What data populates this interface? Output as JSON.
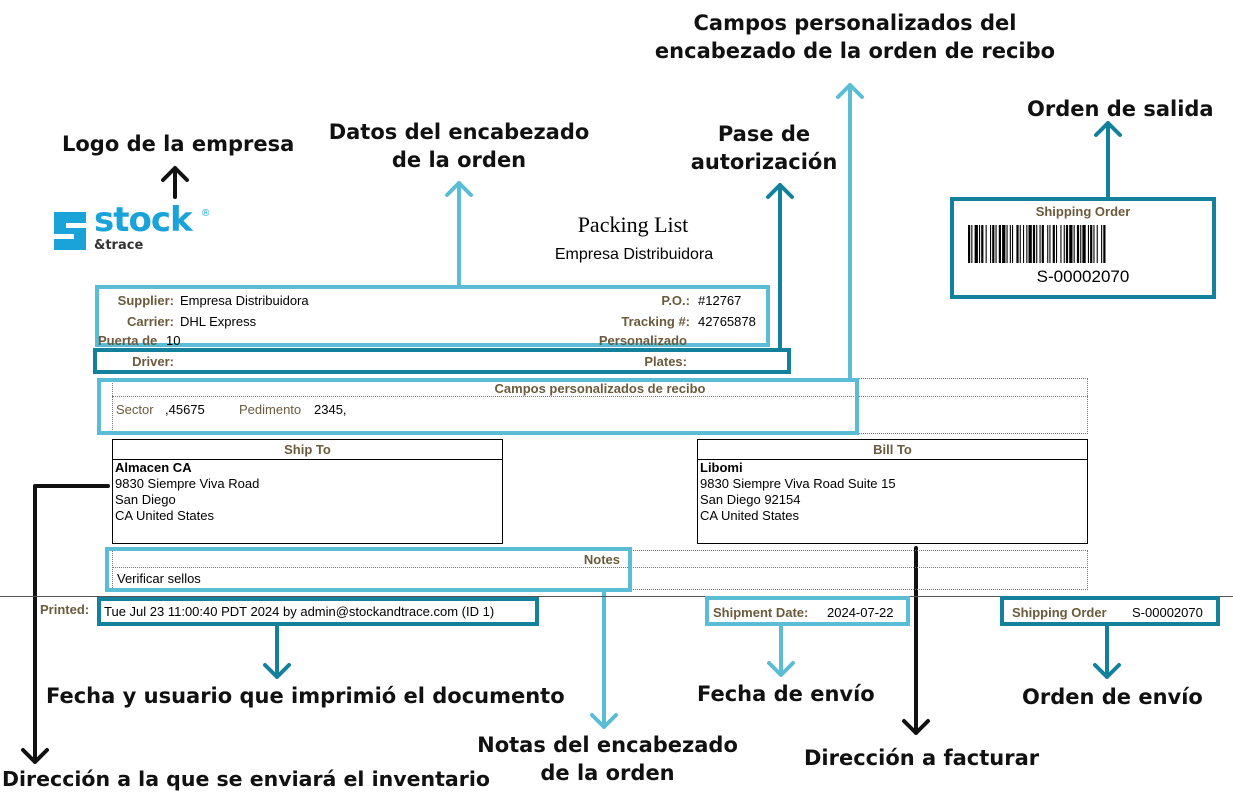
{
  "annotations": {
    "logo": "Logo de la empresa",
    "header_data_1": "Datos del encabezado",
    "header_data_2": "de la orden",
    "pass_1": "Pase de",
    "pass_2": "autorización",
    "custom_fields_1": "Campos personalizados del",
    "custom_fields_2": "encabezado de  la orden de recibo",
    "exit_order": "Orden de salida",
    "printed_by": "Fecha y usuario que imprimió el documento",
    "notes_1": "Notas del encabezado",
    "notes_2": "de la orden",
    "ship_date": "Fecha de envío",
    "ship_order": "Orden de envío",
    "bill_address": "Dirección a facturar",
    "ship_address": "Dirección a la que se enviará el inventario"
  },
  "logo": {
    "word": "stock",
    "sub": "&trace",
    "mark": "®"
  },
  "document": {
    "title": "Packing List",
    "company": "Empresa Distribuidora"
  },
  "barcode": {
    "label": "Shipping Order",
    "number": "S-00002070"
  },
  "header": {
    "supplier_label": "Supplier:",
    "supplier": "Empresa Distribuidora",
    "carrier_label": "Carrier:",
    "carrier": "DHL Express",
    "door_label": "Puerta de",
    "door": "10",
    "po_label": "P.O.:",
    "po": "#12767",
    "tracking_label": "Tracking #:",
    "tracking": "42765878",
    "custom_label": "Personalizado",
    "driver_label": "Driver:",
    "plates_label": "Plates:"
  },
  "receipt_fields": {
    "title": "Campos personalizados de recibo",
    "sector_label": "Sector",
    "sector": ",45675",
    "pedimento_label": "Pedimento",
    "pedimento": "2345,"
  },
  "ship_to": {
    "title": "Ship To",
    "name": "Almacen CA",
    "line1": "9830 Siempre Viva Road",
    "line2": "San Diego",
    "line3": "CA United States"
  },
  "bill_to": {
    "title": "Bill To",
    "name": "Libomi",
    "line1": "9830 Siempre Viva Road Suite 15",
    "line2": "San Diego 92154",
    "line3": "CA United States"
  },
  "notes": {
    "title": "Notes",
    "text": "Verificar sellos"
  },
  "footer": {
    "printed_label": "Printed:",
    "printed": "Tue Jul 23 11:00:40 PDT 2024 by admin@stockandtrace.com (ID 1)",
    "ship_date_label": "Shipment Date:",
    "ship_date": "2024-07-22",
    "ship_order_label": "Shipping Order",
    "ship_order": "S-00002070"
  },
  "colors": {
    "light_frame": "#5bbcd6",
    "dark_frame": "#13809c",
    "label_brown": "#6b5a3c",
    "logo_blue": "#1aa3d9"
  }
}
